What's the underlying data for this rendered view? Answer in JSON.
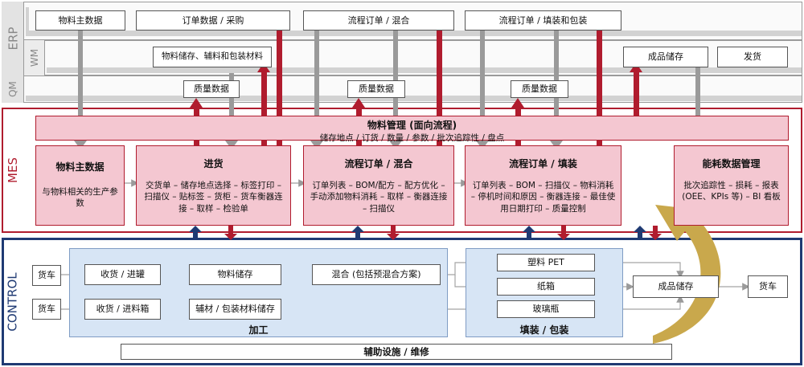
{
  "lanes": {
    "erp": "ERP",
    "wm": "WM",
    "qm": "QM",
    "mes": "MES",
    "control": "CONTROL"
  },
  "erp_boxes": {
    "material_master": "物料主数据",
    "order_purchase": "订单数据 / 采购",
    "process_order_mix": "流程订单 / 混合",
    "process_order_fill": "流程订单 / 填装和包装"
  },
  "wm_boxes": {
    "material_storage": "物料储存、辅料和包装材料",
    "finished_storage": "成品储存",
    "shipping": "发货"
  },
  "qm_boxes": {
    "q1": "质量数据",
    "q2": "质量数据",
    "q3": "质量数据"
  },
  "mes": {
    "banner_title": "物料管理 (面向流程)",
    "banner_sub": "储存地点 / 订货 / 数量 / 参数 / 批次追踪性 / 盘点",
    "cards": [
      {
        "title": "物料主数据",
        "desc": "与物料相关的生产参数"
      },
      {
        "title": "进货",
        "desc": "交货单 – 储存地点选择 – 标签打印 – 扫描仪 – 贴标签 – 货柜 – 货车衡器连接 – 取样 – 检验单"
      },
      {
        "title": "流程订单 / 混合",
        "desc": "订单列表 – BOM/配方 – 配方优化 – 手动添加物料消耗 – 取样 – 衡器连接 – 扫描仪"
      },
      {
        "title": "流程订单 / 填装",
        "desc": "订单列表 – BOM – 扫描仪 – 物料消耗 – 停机时间和原因 – 衡器连接 – 最佳使用日期打印 – 质量控制"
      },
      {
        "title": "能耗数据管理",
        "desc": "批次追踪性 – 损耗 – 报表 (OEE、KPIs 等) – BI 看板"
      }
    ]
  },
  "control": {
    "truck1": "货车",
    "truck2": "货车",
    "receive_tank": "收货 / 进罐",
    "receive_box": "收货 / 进料箱",
    "material_storage": "物料储存",
    "aux_storage": "辅材 / 包装材料储存",
    "mixing": "混合 (包括预混合方案)",
    "processing_label": "加工",
    "pet": "塑料 PET",
    "carton": "纸箱",
    "glass": "玻璃瓶",
    "filling_label": "填装 / 包装",
    "finished_storage": "成品储存",
    "truck_out": "货车",
    "utilities": "辅助设施 / 维修"
  },
  "colors": {
    "erp_gray": "#d2d2d2",
    "mes_red": "#b01c2e",
    "mes_pink": "#f4c7d1",
    "control_blue": "#1f3a73",
    "process_blue": "#d7e5f5",
    "gold": "#c9a84c"
  }
}
